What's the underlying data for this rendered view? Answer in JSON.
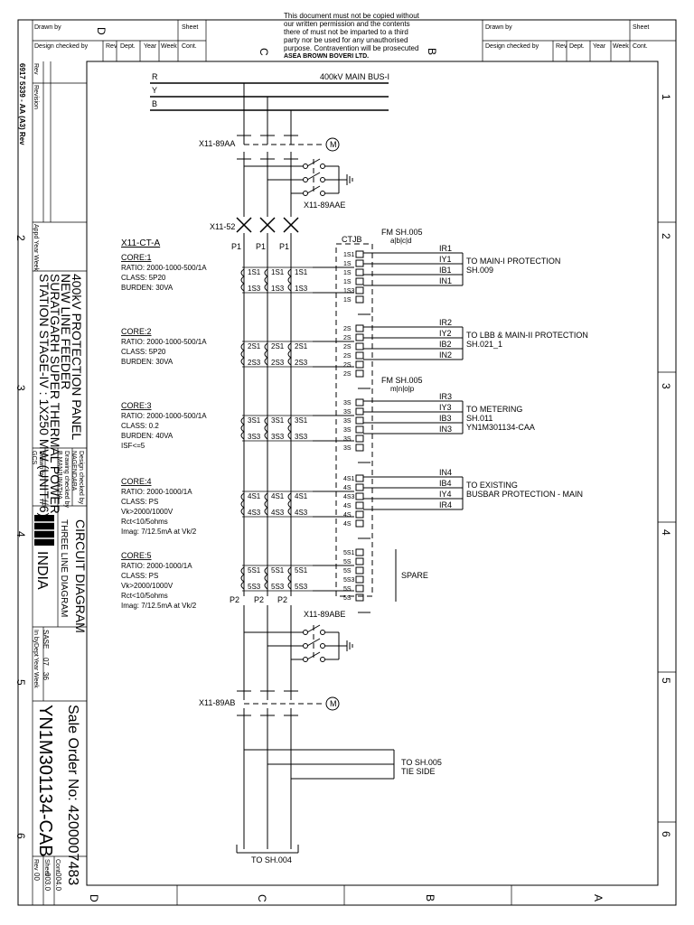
{
  "titleblock_top": {
    "drawn_by": "Drawn by",
    "sheet": "Sheet",
    "design_checked_by": "Design checked by",
    "rev": "Rev",
    "dept": "Dept.",
    "year": "Year",
    "week": "Week",
    "cont": "Cont.",
    "notice_lines": [
      "This document must not be copied without",
      "our written permission and the contents",
      "there of must not be imparted to a third",
      "party nor be used for any unauthorised",
      "purpose. Contravention will be prosecuted",
      "ASEA BROWN BOVERI LTD."
    ]
  },
  "zones": {
    "top": [
      "D",
      "C",
      "B"
    ],
    "bottom": [
      "D",
      "C",
      "B",
      "A"
    ],
    "rows": [
      "1",
      "2",
      "3",
      "4",
      "5",
      "6"
    ]
  },
  "left_block": {
    "doc_ref": "6917 5339 - AA (A3) Rev",
    "rev": "Rev",
    "revision": "Revision",
    "appd_year_week": "Appd Year Week",
    "project_title": "400kV PROTECTION PANEL",
    "project_line2": "NEW LINE FEEDER",
    "project_line3": "SURATGARH SUPER THERMAL POWER",
    "project_line4": "STATION STAGE-IV : 1X250 MW (UNIT#6)",
    "design_checked": "Design checked by",
    "designer": "NAGENDARA",
    "drawing_checked": "Drawing checked by",
    "drawing_checker": "B.MANJUNATHA",
    "drawn_by": "Drawn by",
    "drawn_by_value": "GCS",
    "brand": "ABB",
    "brand_country": "INDIA",
    "doc_type": "CIRCUIT DIAGRAM",
    "doc_subtype": "THREE LINE DIAGRAM",
    "in_by": "In by",
    "dept": "Dept",
    "year": "Year",
    "week": "Week",
    "in_by_value": "SASE",
    "year_value": "07",
    "week_value": "36",
    "sale_order": "Sale Order No: 4200007483",
    "drawing_no": "YN1M301134-CAB",
    "rev_label": "Rev",
    "rev_value": "00",
    "sheet_label": "Sheet",
    "sheet_value": "003.0",
    "cont_label": "Cont.",
    "cont_value": "004.0"
  },
  "bus": {
    "title": "400kV MAIN BUS-I",
    "phases": [
      "R",
      "Y",
      "B"
    ]
  },
  "isolators": {
    "top": "X11-89AA",
    "top_earth": "X11-89AAE",
    "bottom_earth": "X11-89ABE",
    "bottom": "X11-89AB",
    "motor_symbol": "M"
  },
  "breaker": "X11-52",
  "ct": {
    "name": "X11-CT-A",
    "p1": "P1",
    "p2": "P2",
    "ctjb": "CTJB",
    "fm1": "FM SH.005",
    "fm1_letters": "a|b|c|d",
    "fm2": "FM SH.005",
    "fm2_letters": "m|n|o|p",
    "cores": [
      {
        "title": "CORE:1",
        "lines": [
          "RATIO: 2000-1000-500/1A",
          "CLASS: 5P20",
          "BURDEN: 30VA"
        ],
        "s1": "1S1",
        "s3": "1S3",
        "wires": [
          "IR1",
          "IY1",
          "IB1",
          "IN1"
        ],
        "dest": [
          "TO MAIN-I PROTECTION",
          "SH.009"
        ],
        "terms": [
          "1S1",
          "1S",
          "1S",
          "1S",
          "1S3",
          "1S"
        ]
      },
      {
        "title": "CORE:2",
        "lines": [
          "RATIO: 2000-1000-500/1A",
          "CLASS: 5P20",
          "BURDEN: 30VA"
        ],
        "s1": "2S1",
        "s3": "2S3",
        "wires": [
          "IR2",
          "IY2",
          "IB2",
          "IN2"
        ],
        "dest": [
          "TO LBB & MAIN-II PROTECTION",
          "SH.021_1"
        ],
        "terms": [
          "2S",
          "2S",
          "2S",
          "2S",
          "2S",
          "2S"
        ]
      },
      {
        "title": "CORE:3",
        "lines": [
          "RATIO: 2000-1000-500/1A",
          "CLASS: 0.2",
          "BURDEN: 40VA",
          "ISF<=5"
        ],
        "s1": "3S1",
        "s3": "3S3",
        "wires": [
          "IR3",
          "IY3",
          "IB3",
          "IN3"
        ],
        "dest": [
          "TO METERING",
          "SH.011",
          "YN1M301134-CAA"
        ],
        "terms": [
          "3S",
          "3S",
          "3S",
          "3S",
          "3S",
          "3S"
        ]
      },
      {
        "title": "CORE:4",
        "lines": [
          "RATIO: 2000-1000/1A",
          "CLASS: PS",
          "Vk>2000/1000V",
          "Rct<10/5ohms",
          "Imag: 7/12.5mA at Vk/2"
        ],
        "s1": "4S1",
        "s3": "4S3",
        "wires": [
          "IN4",
          "IB4",
          "IY4",
          "IR4"
        ],
        "dest": [
          "TO EXISTING",
          "BUSBAR PROTECTION - MAIN"
        ],
        "terms": [
          "4S1",
          "4S",
          "4S3",
          "4S",
          "4S",
          "4S"
        ]
      },
      {
        "title": "CORE:5",
        "lines": [
          "RATIO: 2000-1000/1A",
          "CLASS: PS",
          "Vk>2000/1000V",
          "Rct<10/5ohms",
          "Imag: 7/12.5mA at Vk/2"
        ],
        "s1": "5S1",
        "s3": "5S3",
        "wires": [],
        "dest": [
          "SPARE"
        ],
        "terms": [
          "5S1",
          "5S",
          "5S",
          "5S3",
          "5S",
          "5S"
        ]
      }
    ]
  },
  "tie": [
    "TO SH.005",
    "TIE SIDE"
  ],
  "bottom_ref": "TO SH.004"
}
